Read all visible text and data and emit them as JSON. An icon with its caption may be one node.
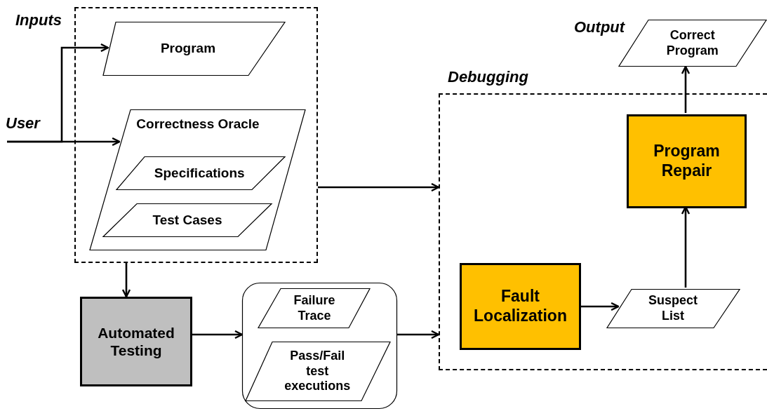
{
  "diagram": {
    "nodes": [
      {
        "text": [
          "Inputs"
        ]
      },
      {
        "text": [
          "Program"
        ],
        "in": 0
      },
      {
        "text": [
          "Correctness Oracle"
        ],
        "in": 0
      },
      {
        "text": [
          "Specifications"
        ],
        "in": 2
      },
      {
        "text": [
          "Test Cases"
        ],
        "in": 2
      },
      {
        "text": [
          "User"
        ]
      },
      {
        "text": [
          "Automated Testing"
        ]
      },
      {
        "text": [],
        "shape": "box"
      },
      {
        "text": [
          "Failure Trace"
        ],
        "in": 7
      },
      {
        "text": [
          "Pass/Fail test executions"
        ],
        "in": 7
      },
      {
        "text": [
          "Debugging"
        ]
      },
      {
        "text": [
          "Fault Localization"
        ],
        "in": 10
      },
      {
        "text": [
          "Suspect List"
        ],
        "in": 10
      },
      {
        "text": [
          "Program Repair"
        ],
        "in": 10
      },
      {
        "text": [
          "Output",
          "Correct Program"
        ]
      }
    ],
    "edges": [
      {
        "from": 5,
        "to": 1,
        "arrow": "to"
      },
      {
        "from": 5,
        "to": 2,
        "arrow": "to"
      },
      {
        "from": 0,
        "to": 6,
        "arrow": "to"
      },
      {
        "from": 0,
        "to": 10,
        "arrow": "to"
      },
      {
        "from": 6,
        "to": 7,
        "arrow": "to"
      },
      {
        "from": 7,
        "to": 10,
        "arrow": "to"
      },
      {
        "from": 11,
        "to": 12,
        "arrow": "to"
      },
      {
        "from": 12,
        "to": 13,
        "arrow": "to"
      },
      {
        "from": 13,
        "to": 14,
        "arrow": "to"
      }
    ]
  }
}
